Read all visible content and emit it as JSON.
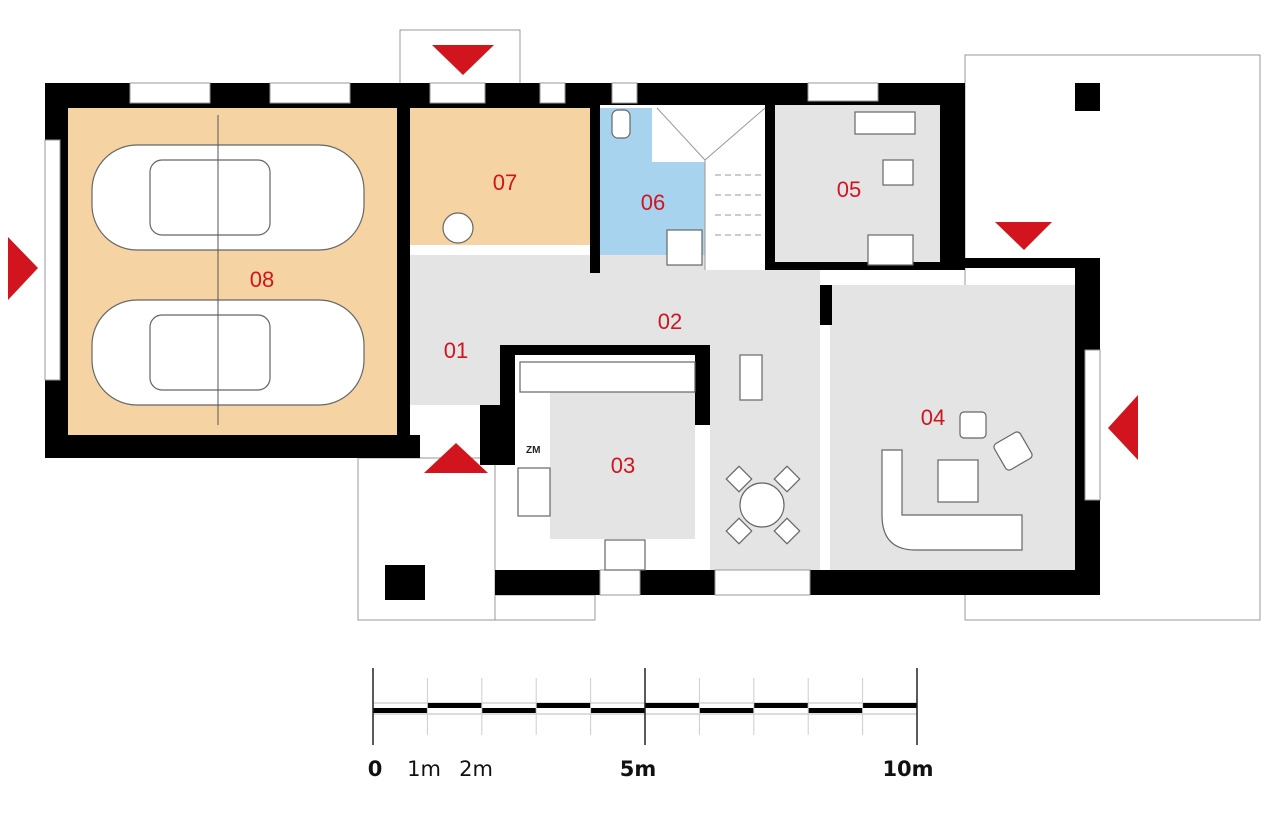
{
  "rooms": [
    {
      "id": "01"
    },
    {
      "id": "02"
    },
    {
      "id": "03"
    },
    {
      "id": "04"
    },
    {
      "id": "05"
    },
    {
      "id": "06"
    },
    {
      "id": "07"
    },
    {
      "id": "08"
    }
  ],
  "kitchen_marker": "ZM",
  "scale": {
    "labels": [
      "0",
      "1m",
      "2m",
      "5m",
      "10m"
    ],
    "total_m": 10
  },
  "colors": {
    "garage": "#f6d3a2",
    "bathroom": "#a8d3ef",
    "floor": "#e4e4e4",
    "wall": "#000000",
    "label": "#d2141e",
    "entry_arrow": "#d2141e"
  }
}
